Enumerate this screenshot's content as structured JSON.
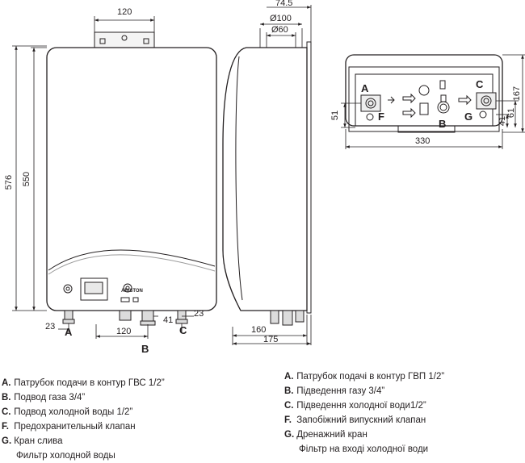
{
  "dimensions": {
    "top_bracket_width": "120",
    "depth_total_top": "74.5",
    "flue_outer": "Ø100",
    "flue_inner": "Ø60",
    "overall_height": "576",
    "body_height": "550",
    "left_pipe_offset": "23",
    "right_pipe_offset": "23",
    "pipe_spacing": "120",
    "gas_offset": "41",
    "side_depth_inner": "160",
    "side_depth_total": "175",
    "bottom_height": "167",
    "bottom_pipe_height": "51",
    "bottom_right_a": "41",
    "bottom_right_b": "61",
    "bottom_width": "330"
  },
  "connection_letters": {
    "a": "A",
    "b": "B",
    "c": "C",
    "f": "F",
    "g": "G"
  },
  "brand": "ARISTON",
  "legend_ru": [
    {
      "key": "A.",
      "text": "Патрубок подачи в контур ГВС 1/2”"
    },
    {
      "key": "B.",
      "text": "Подвод газа 3/4”"
    },
    {
      "key": "C.",
      "text": "Подвод холодной воды 1/2”"
    },
    {
      "key": "F.",
      "text": "Предохранительный клапан"
    },
    {
      "key": "G.",
      "text": "Кран слива"
    }
  ],
  "legend_ru_note": "Фильтр холодной воды",
  "legend_ua": [
    {
      "key": "A.",
      "text": "Патрубок подачі в контур ГВП 1/2”"
    },
    {
      "key": "B.",
      "text": "Підведення газу 3/4”"
    },
    {
      "key": "C.",
      "text": "Підведення холодної води1/2”"
    },
    {
      "key": "F.",
      "text": "Запобіжний випускний клапан"
    },
    {
      "key": "G.",
      "text": "Дренажний кран"
    }
  ],
  "legend_ua_note": "Фільтр на вході холодної води"
}
